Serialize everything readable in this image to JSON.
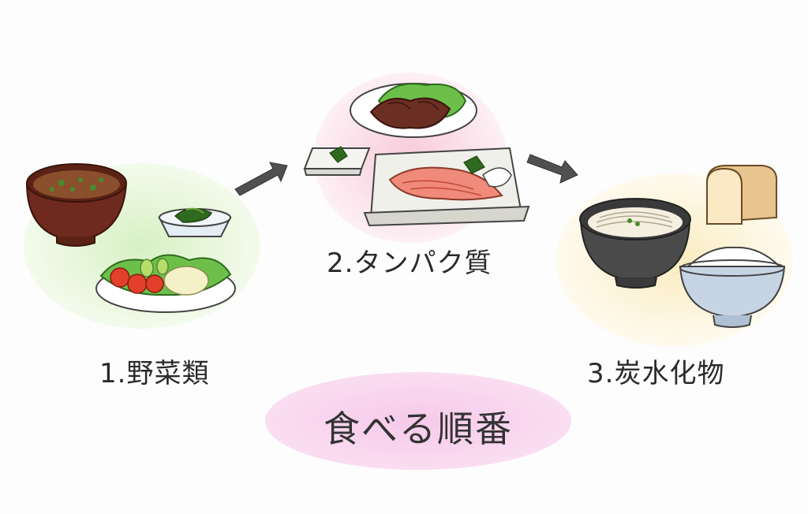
{
  "steps": [
    {
      "number": "1",
      "label": "1.野菜類"
    },
    {
      "number": "2",
      "label": "2.タンパク質"
    },
    {
      "number": "3",
      "label": "3.炭水化物"
    }
  ],
  "title": "食べる順番",
  "colors": {
    "step1_bg": "#e8f6dc",
    "step2_bg": "#fbe3ec",
    "step3_bg": "#fbf4dc",
    "title_bg": "#f7cdeb",
    "arrow": "#505050"
  }
}
